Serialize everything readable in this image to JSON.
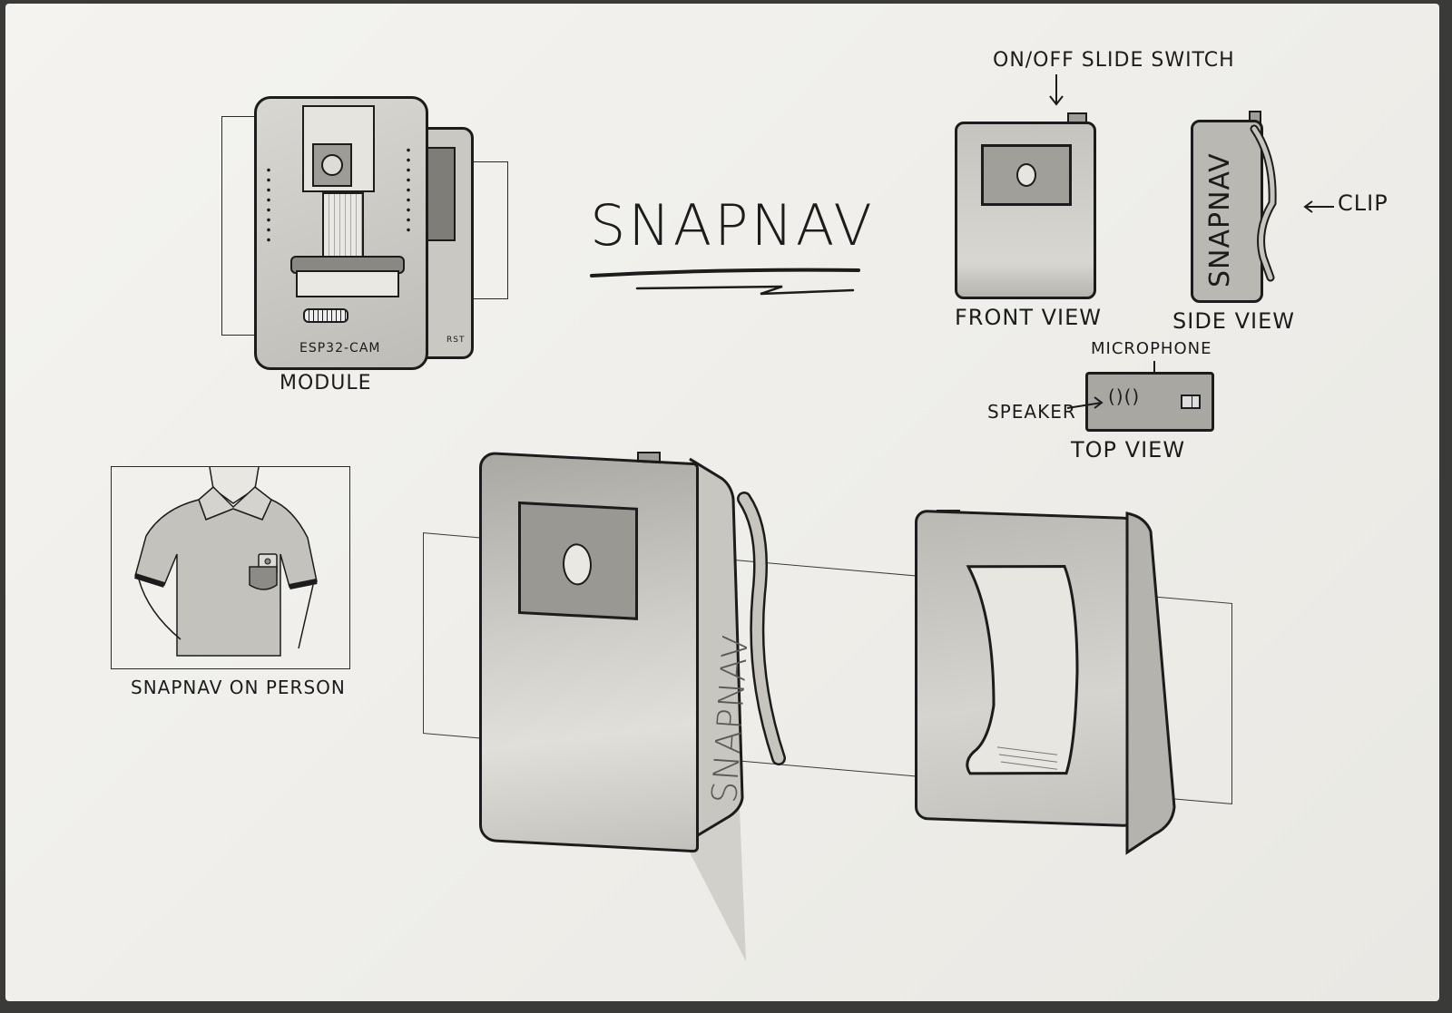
{
  "title": "SNAPNAV",
  "module": {
    "label": "MODULE",
    "board_label": "ESP32-CAM",
    "reset_label": "RST"
  },
  "views": {
    "switch_label": "ON/OFF SLIDE SWITCH",
    "front_label": "FRONT VIEW",
    "side_label": "SIDE VIEW",
    "side_text": "SNAPNAV",
    "clip_label": "CLIP",
    "top_label": "TOP VIEW",
    "microphone_label": "MICROPHONE",
    "speaker_label": "SPEAKER"
  },
  "person": {
    "label": "SNAPNAV ON PERSON"
  },
  "perspective": {
    "side_text": "SNAPNAV"
  },
  "colors": {
    "ink": "#1c1c1c",
    "paper": "#f1f0ec",
    "shade": "#bdbcb7",
    "dark_shade": "#8f8d88"
  }
}
